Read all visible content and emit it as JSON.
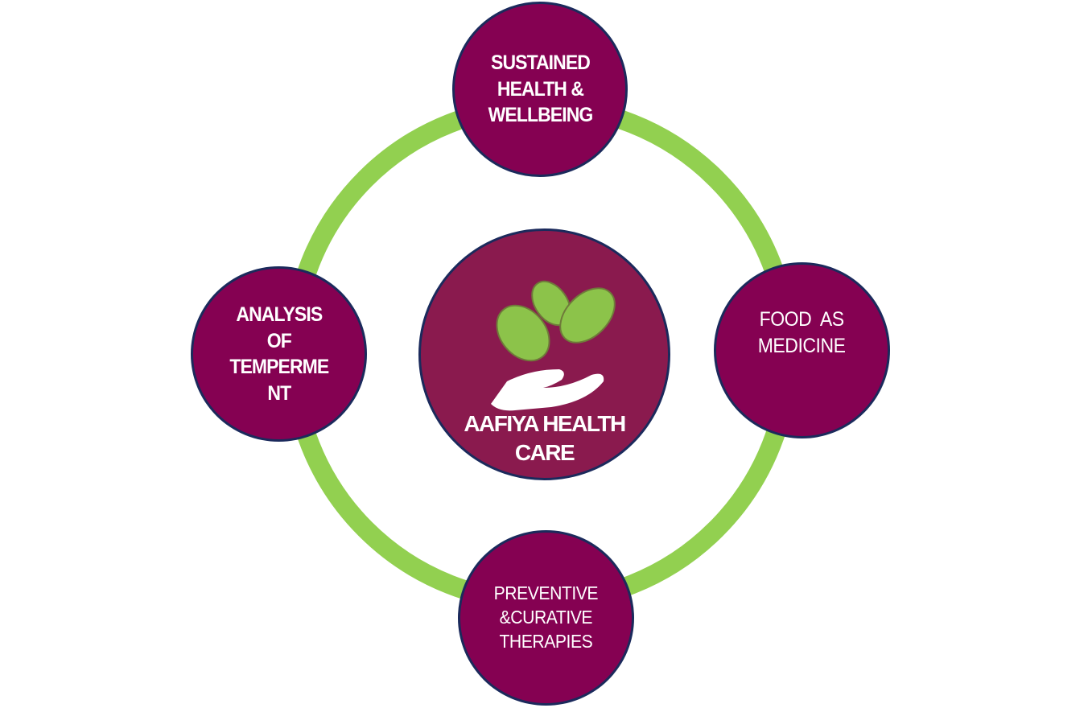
{
  "diagram": {
    "center": {
      "title_line1": "AAFIYA HEALTH",
      "title_line2": "CARE",
      "icon": "hand-with-leaves-icon"
    },
    "nodes": [
      {
        "id": "top",
        "lines": [
          "SUSTAINED",
          "HEALTH &",
          "WELLBEING"
        ]
      },
      {
        "id": "right",
        "lines": [
          "FOOD  AS",
          "MEDICINE"
        ]
      },
      {
        "id": "bottom",
        "lines": [
          "PREVENTIVE",
          "&CURATIVE",
          "THERAPIES"
        ]
      },
      {
        "id": "left",
        "lines": [
          "ANALYSIS",
          "OF",
          "TEMPERME",
          "NT"
        ]
      }
    ],
    "colors": {
      "ring": "#92d050",
      "node": "#850152",
      "center": "#8a1a4e",
      "border": "#1b2a5c",
      "leaf": "#8cc34a"
    }
  }
}
